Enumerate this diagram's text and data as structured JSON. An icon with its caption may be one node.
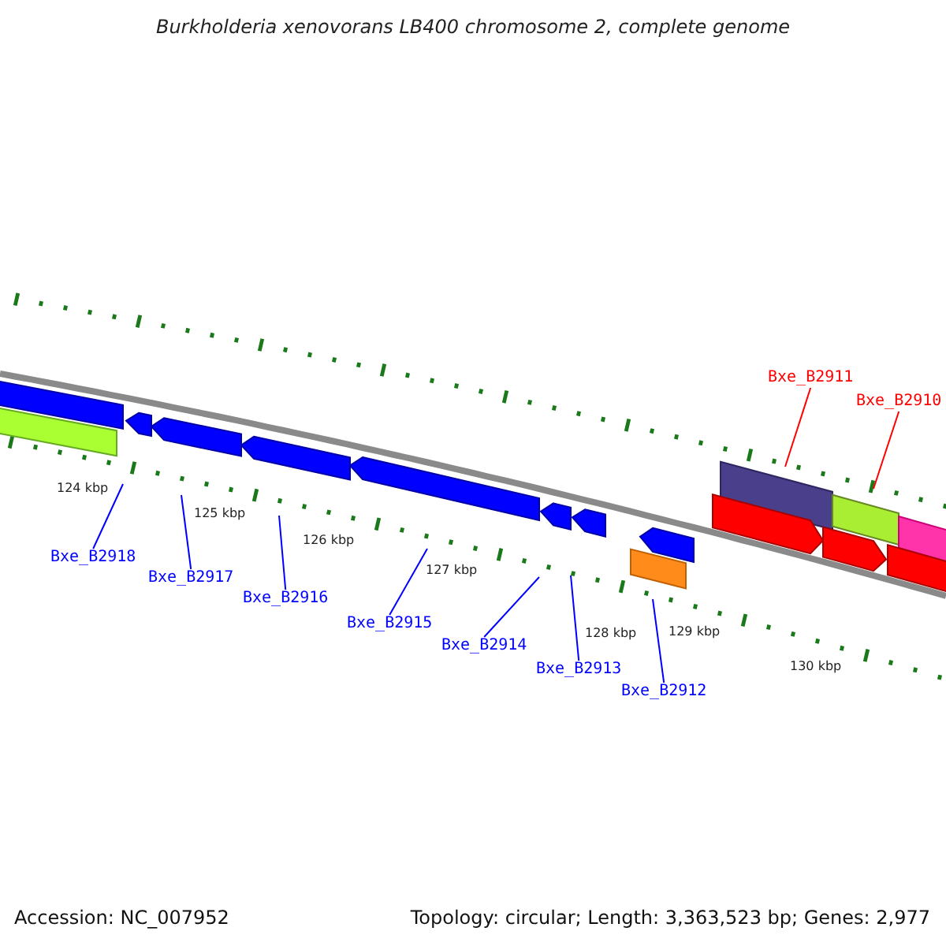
{
  "diagram": {
    "title": "Burkholderia xenovorans LB400 chromosome 2, complete genome",
    "nodes": [
      {
        "text": [
          "Bxe_B2918"
        ]
      },
      {
        "text": [
          "Bxe_B2917"
        ]
      },
      {
        "text": [
          "Bxe_B2916"
        ]
      },
      {
        "text": [
          "Bxe_B2915"
        ]
      },
      {
        "text": [
          "Bxe_B2914"
        ]
      },
      {
        "text": [
          "Bxe_B2913"
        ]
      },
      {
        "text": [
          "Bxe_B2912"
        ]
      },
      {
        "text": [
          "Bxe_B2911"
        ]
      },
      {
        "text": [
          "Bxe_B2910"
        ]
      }
    ],
    "edges": [
      {
        "from": 0,
        "to": null,
        "arrow": "none"
      },
      {
        "from": 1,
        "to": null,
        "arrow": "none"
      },
      {
        "from": 2,
        "to": null,
        "arrow": "none"
      },
      {
        "from": 3,
        "to": null,
        "arrow": "none"
      },
      {
        "from": 4,
        "to": null,
        "arrow": "none"
      },
      {
        "from": 5,
        "to": null,
        "arrow": "none"
      },
      {
        "from": 6,
        "to": null,
        "arrow": "none"
      },
      {
        "from": 7,
        "to": null,
        "arrow": "none",
        "color": "#ff0000"
      },
      {
        "from": 8,
        "to": null,
        "arrow": "none",
        "color": "#ff0000"
      }
    ],
    "labels": [
      "124 kbp",
      "125 kbp",
      "126 kbp",
      "127 kbp",
      "128 kbp",
      "129 kbp",
      "130 kbp",
      "Accession: NC_007952",
      "Topology: circular; Length: 3,363,523 bp; Genes: 2,977"
    ]
  }
}
